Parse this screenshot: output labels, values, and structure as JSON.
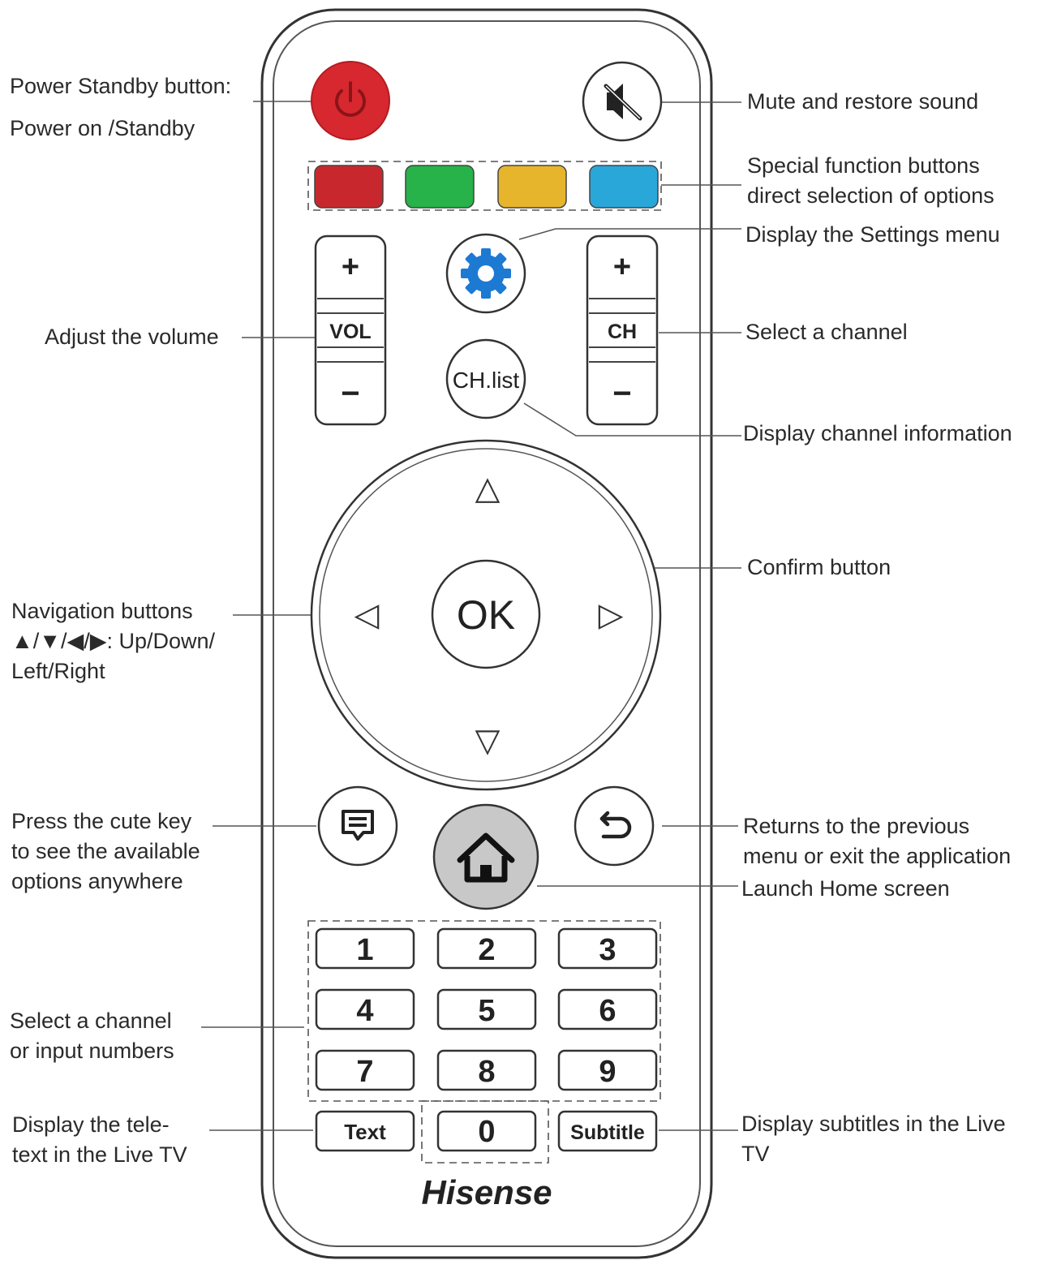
{
  "brand": "Hisense",
  "colors": {
    "power": "#d7282f",
    "red": "#c8282d",
    "green": "#27b24a",
    "yellow": "#e7b52c",
    "blue": "#2aa7d9",
    "settings": "#1d7ad3",
    "home": "#c8c8c8"
  },
  "icons": {
    "power": "power-icon",
    "mute": "mute-icon",
    "settings": "gear-icon",
    "options": "message-icon",
    "home": "home-icon",
    "back": "back-arrow-icon"
  },
  "buttons": {
    "vol_plus": "+",
    "vol_label": "VOL",
    "vol_minus": "−",
    "ch_plus": "+",
    "ch_label": "CH",
    "ch_minus": "−",
    "ch_list": "CH.list",
    "ok": "OK",
    "nav_up": "△",
    "nav_down": "▽",
    "nav_left": "◁",
    "nav_right": "▷",
    "digits": [
      "1",
      "2",
      "3",
      "4",
      "5",
      "6",
      "7",
      "8",
      "9"
    ],
    "zero": "0",
    "text": "Text",
    "subtitle": "Subtitle"
  },
  "labels": {
    "power_1": "Power Standby button:",
    "power_2": "Power on /Standby",
    "mute": "Mute and restore sound",
    "special_1": "Special function buttons",
    "special_2": "direct selection of options",
    "settings": "Display the Settings menu",
    "volume": "Adjust the volume",
    "select_channel": "Select a channel",
    "channel_info": "Display channel information",
    "confirm": "Confirm button",
    "nav_1": "Navigation buttons",
    "nav_2": "▲/▼/◀/▶: Up/Down/",
    "nav_3": "Left/Right",
    "cute_1": "Press the cute key",
    "cute_2": "to see the available",
    "cute_3": "options anywhere",
    "return_1": "Returns to the previous",
    "return_2": "menu or exit the application",
    "home": "Launch Home screen",
    "numbers_1": "Select a channel",
    "numbers_2": "or input numbers",
    "teletext_1": "Display the tele-",
    "teletext_2": "text in the Live TV",
    "subtitle_1": "Display subtitles in the Live",
    "subtitle_2": "TV"
  }
}
